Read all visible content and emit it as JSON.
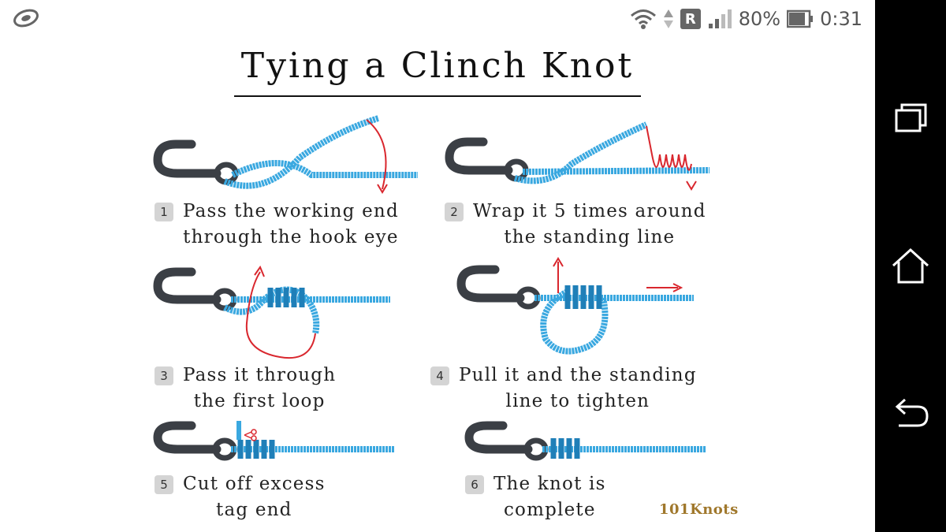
{
  "status_bar": {
    "battery_text": "80%",
    "time": "0:31",
    "roaming_badge": "R",
    "icons": [
      "app-logo-icon",
      "wifi-icon",
      "data-arrows-icon",
      "roaming-icon",
      "signal-icon",
      "battery-icon"
    ]
  },
  "nav_bar": {
    "buttons": [
      "recent-apps-icon",
      "home-icon",
      "back-icon"
    ]
  },
  "infographic": {
    "title": "Tying a Clinch Knot",
    "steps": [
      {
        "number": "1",
        "line1": "Pass the working end",
        "line2": "through the hook eye"
      },
      {
        "number": "2",
        "line1": "Wrap it 5 times around",
        "line2": "the standing line"
      },
      {
        "number": "3",
        "line1": "Pass it through",
        "line2": "the first loop"
      },
      {
        "number": "4",
        "line1": "Pull it and the standing",
        "line2": "line to tighten"
      },
      {
        "number": "5",
        "line1": "Cut off excess",
        "line2": "tag end"
      },
      {
        "number": "6",
        "line1": "The knot is",
        "line2": "complete"
      }
    ],
    "brand": "101Knots"
  },
  "colors": {
    "line": "#3aa8e0",
    "line_dark": "#1f7fb8",
    "hook": "#3b3f45",
    "arrow": "#d9272e",
    "nav_bg": "#000000"
  }
}
